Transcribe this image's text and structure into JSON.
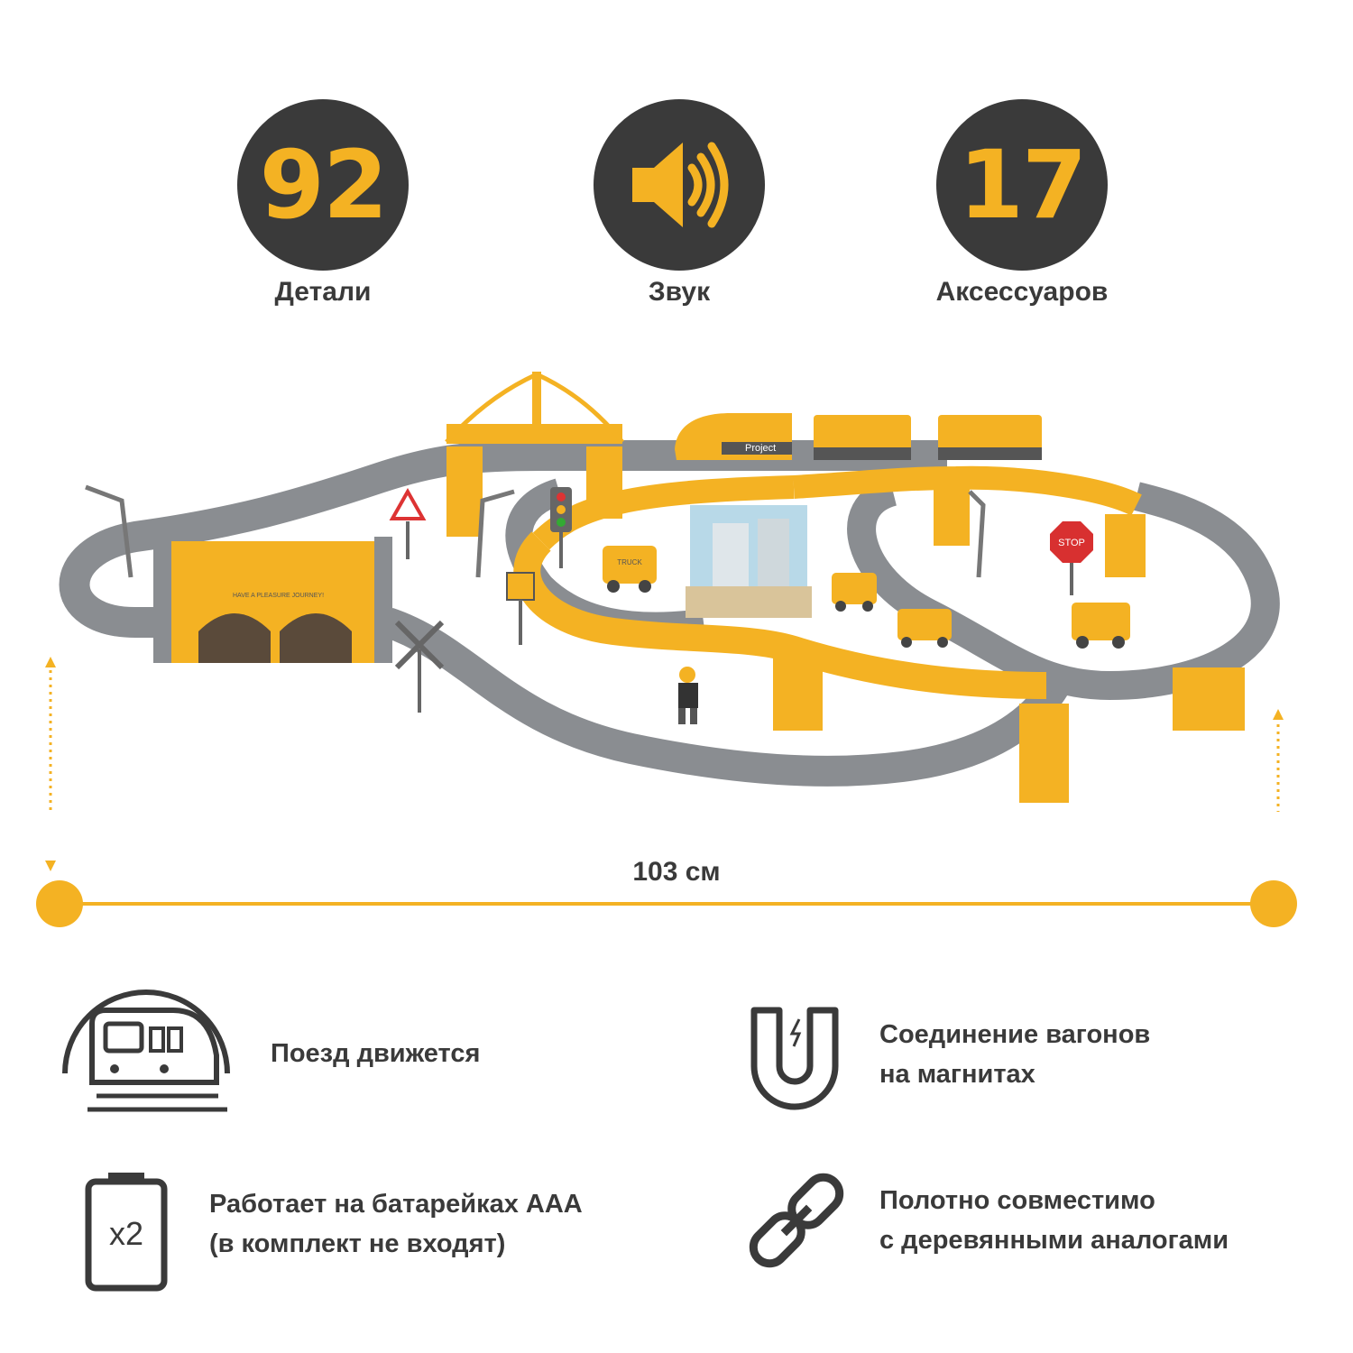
{
  "stats": [
    {
      "value": "92",
      "label": "Детали"
    },
    {
      "icon": "speaker-icon",
      "label": "Звук"
    },
    {
      "value": "17",
      "label": "Аксессуаров"
    }
  ],
  "dimension": {
    "width": "103 см"
  },
  "features": {
    "train_moves": "Поезд движется",
    "magnetic": {
      "line1": "Соединение вагонов",
      "line2": "на магнитах"
    },
    "battery": {
      "line1": "Работает на батарейках AAA",
      "line2": "(в комплект не входят)",
      "badge": "x2"
    },
    "compatible": {
      "line1": "Полотно совместимо",
      "line2": "с деревянными аналогами"
    }
  },
  "product": {
    "train_label": "Project",
    "tunnel_label": "HAVE A PLEASURE JOURNEY!",
    "stop_sign": "STOP",
    "truck_label": "TRUCK"
  },
  "colors": {
    "accent": "#f4b223",
    "dark": "#3a3a3a",
    "track": "#8a8d91"
  }
}
